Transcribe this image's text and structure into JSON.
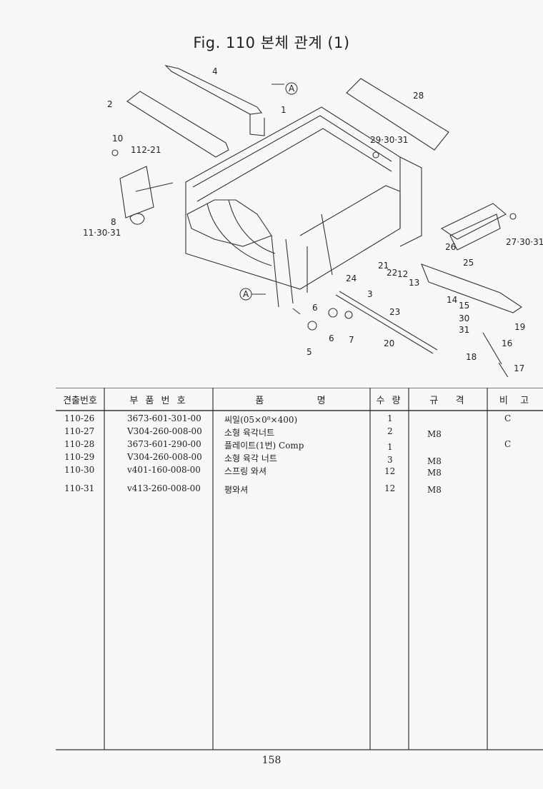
{
  "title": "Fig. 110   본체 관계 (1)",
  "diagram": {
    "callouts": [
      "4",
      "2",
      "1",
      "28",
      "29·30·31",
      "10",
      "112-21",
      "8",
      "11·30·31",
      "27·30·31",
      "26",
      "25",
      "21",
      "22",
      "12",
      "13",
      "24",
      "3",
      "14",
      "15",
      "30",
      "31",
      "19",
      "6",
      "6",
      "7",
      "23",
      "20",
      "16",
      "18",
      "17",
      "5"
    ],
    "view_marker": "A"
  },
  "table": {
    "headers": [
      "견출번호",
      "부 품 번 호",
      "품          명",
      "수 량",
      "규   격",
      "비  고"
    ],
    "rows": [
      {
        "ref": "110-26",
        "part": "3673-601-301-00",
        "name": "씨일(05×0⁸×400)",
        "qty": "1",
        "spec": "",
        "note": "C"
      },
      {
        "ref": "110-27",
        "part": "V304-260-008-00",
        "name": "소형 육각너트",
        "qty": "2",
        "spec": "M8",
        "note": ""
      },
      {
        "ref": "110-28",
        "part": "3673-601-290-00",
        "name": "플레이트(1번) Comp",
        "qty": "1",
        "spec": "",
        "note": "C"
      },
      {
        "ref": "110-29",
        "part": "V304-260-008-00",
        "name": "소형 육각 너트",
        "qty": "3",
        "spec": "M8",
        "note": ""
      },
      {
        "ref": "110-30",
        "part": "v401-160-008-00",
        "name": "스프링 와셔",
        "qty": "12",
        "spec": "M8",
        "note": ""
      },
      {
        "ref": "110-31",
        "part": "v413-260-008-00",
        "name": "평와셔",
        "qty": "12",
        "spec": "M8",
        "note": ""
      }
    ]
  },
  "page_number": "158"
}
